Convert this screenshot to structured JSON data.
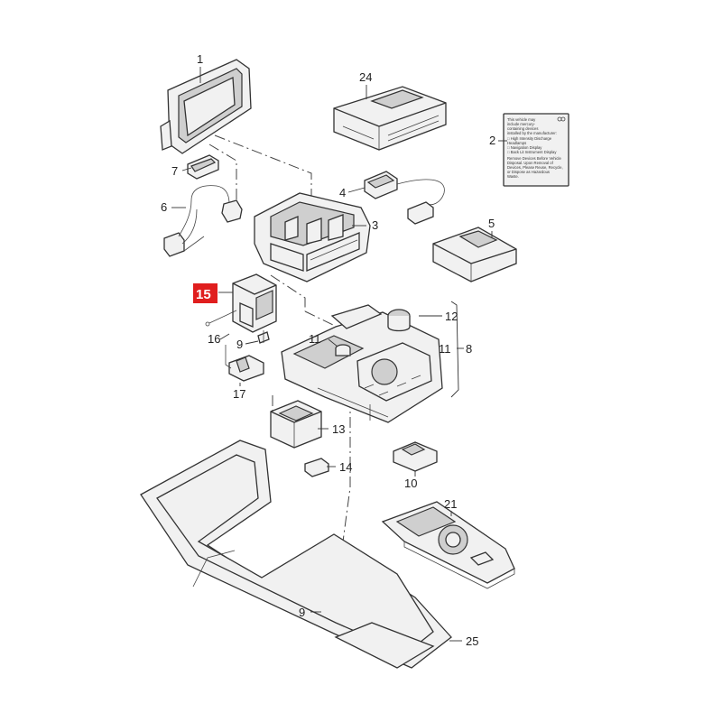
{
  "callouts": {
    "c1": "1",
    "c2": "2",
    "c3": "3",
    "c4": "4",
    "c5": "5",
    "c6": "6",
    "c7": "7",
    "c8": "8",
    "c9a": "9",
    "c9b": "9",
    "c10": "10",
    "c11a": "11",
    "c11b": "11",
    "c12": "12",
    "c13": "13",
    "c14": "14",
    "c15": "15",
    "c16": "16",
    "c17": "17",
    "c21": "21",
    "c24": "24",
    "c25": "25"
  },
  "warning_label": {
    "lines": [
      "This vehicle may",
      "include mercury-",
      "containing devices",
      "installed by the manufacturer:",
      "□ High Intensity Discharge",
      "   Headlamps",
      "□ Navigation Display",
      "□ Back Lit Instrument Display",
      "Remove Devices Before Vehicle",
      "Disposal. Upon Removal of",
      "Devices, Please Reuse, Recycle,",
      "or Dispose as Hazardous",
      "Waste."
    ]
  },
  "colors": {
    "highlight": "#e01e1e",
    "line": "#333333",
    "part_fill": "#f1f1f1"
  }
}
